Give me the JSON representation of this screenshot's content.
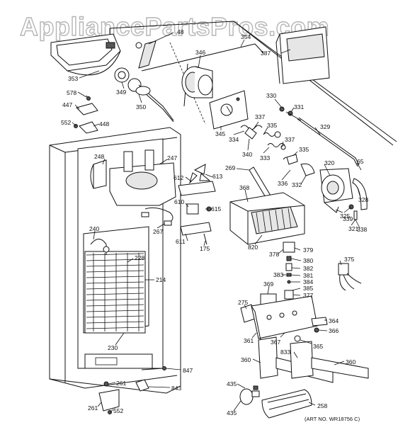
{
  "watermark": "AppliancePartsPros.com",
  "art_number": "(ART NO. WR18756 C)",
  "callouts": {
    "c48": "48",
    "c346": "346",
    "c354": "354",
    "c387": "387",
    "c353": "353",
    "c349": "349",
    "c578": "578",
    "c350": "350",
    "c447": "447",
    "c552a": "552",
    "c448": "448",
    "c330": "330",
    "c331": "331",
    "c337a": "337",
    "c335a": "335",
    "c345": "345",
    "c334": "334",
    "c340": "340",
    "c333": "333",
    "c329": "329",
    "c337b": "337",
    "c335b": "335",
    "c320": "320",
    "c65": "65",
    "c248": "248",
    "c247": "247",
    "c612": "612",
    "c613": "613",
    "c269": "269",
    "c336": "336",
    "c332": "332",
    "c368": "368",
    "c328": "328",
    "c325": "325",
    "c339": "339",
    "c321": "321",
    "c338": "338",
    "c610": "610",
    "c615": "615",
    "c267": "267",
    "c611": "611",
    "c175": "175",
    "c820": "820",
    "c240": "240",
    "c228": "228",
    "c378": "378",
    "c379": "379",
    "c380": "380",
    "c382": "382",
    "c375": "375",
    "c383": "383",
    "c381": "381",
    "c384": "384",
    "c385": "385",
    "c214": "214",
    "c369": "369",
    "c377": "377",
    "c275": "275",
    "c364": "364",
    "c366": "366",
    "c361": "361",
    "c367": "367",
    "c365": "365",
    "c230": "230",
    "c833": "833",
    "c360a": "360",
    "c360b": "360",
    "c847": "847",
    "c261a": "261",
    "c843": "843",
    "c435a": "435",
    "c261b": "261",
    "c552b": "552",
    "c258": "258",
    "c435b": "435"
  }
}
